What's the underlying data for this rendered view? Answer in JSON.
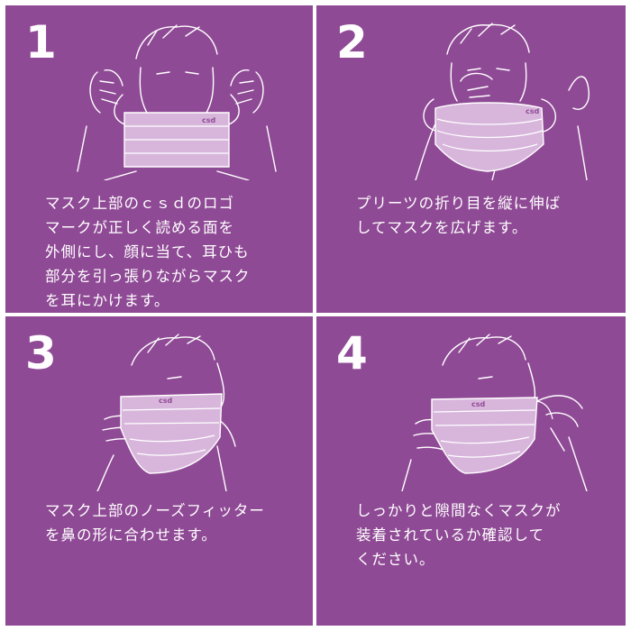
{
  "colors": {
    "panel": "#8f4a95",
    "mask": "#d8b6dc",
    "line": "#ffffff"
  },
  "brand": "csd",
  "steps": [
    {
      "number": "1",
      "text": "マスク上部のｃｓｄのロゴ\nマークが正しく読める面を\n外側にし、顔に当て、耳ひも\n部分を引っ張りながらマスク\nを耳にかけます。"
    },
    {
      "number": "2",
      "text": "プリーツの折り目を縦に伸ば\nしてマスクを広げます。"
    },
    {
      "number": "3",
      "text": "マスク上部のノーズフィッター\nを鼻の形に合わせます。"
    },
    {
      "number": "4",
      "text": "しっかりと隙間なくマスクが\n装着されているか確認して\nください。"
    }
  ]
}
